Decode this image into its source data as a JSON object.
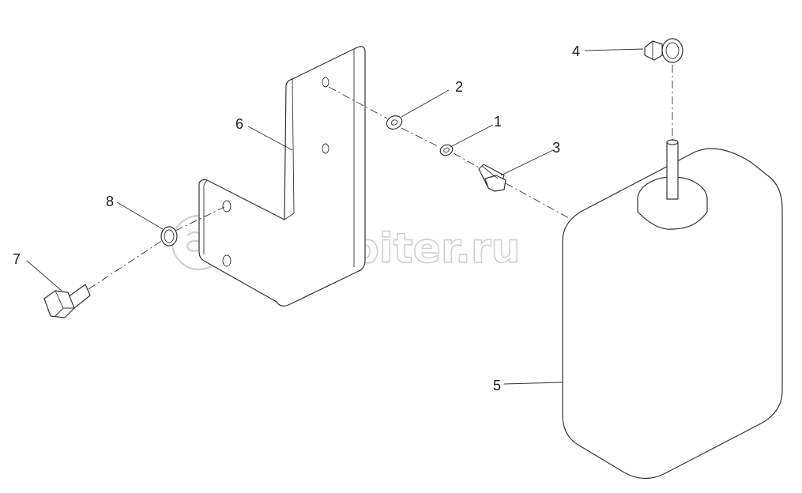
{
  "callouts": [
    {
      "id": "1",
      "label": "1"
    },
    {
      "id": "2",
      "label": "2"
    },
    {
      "id": "3",
      "label": "3"
    },
    {
      "id": "4",
      "label": "4"
    },
    {
      "id": "5",
      "label": "5"
    },
    {
      "id": "6",
      "label": "6"
    },
    {
      "id": "7",
      "label": "7"
    },
    {
      "id": "8",
      "label": "8"
    }
  ],
  "watermark": {
    "text": "autopiter.ru",
    "color": "#d0d0d0"
  },
  "line_color": "#333333"
}
